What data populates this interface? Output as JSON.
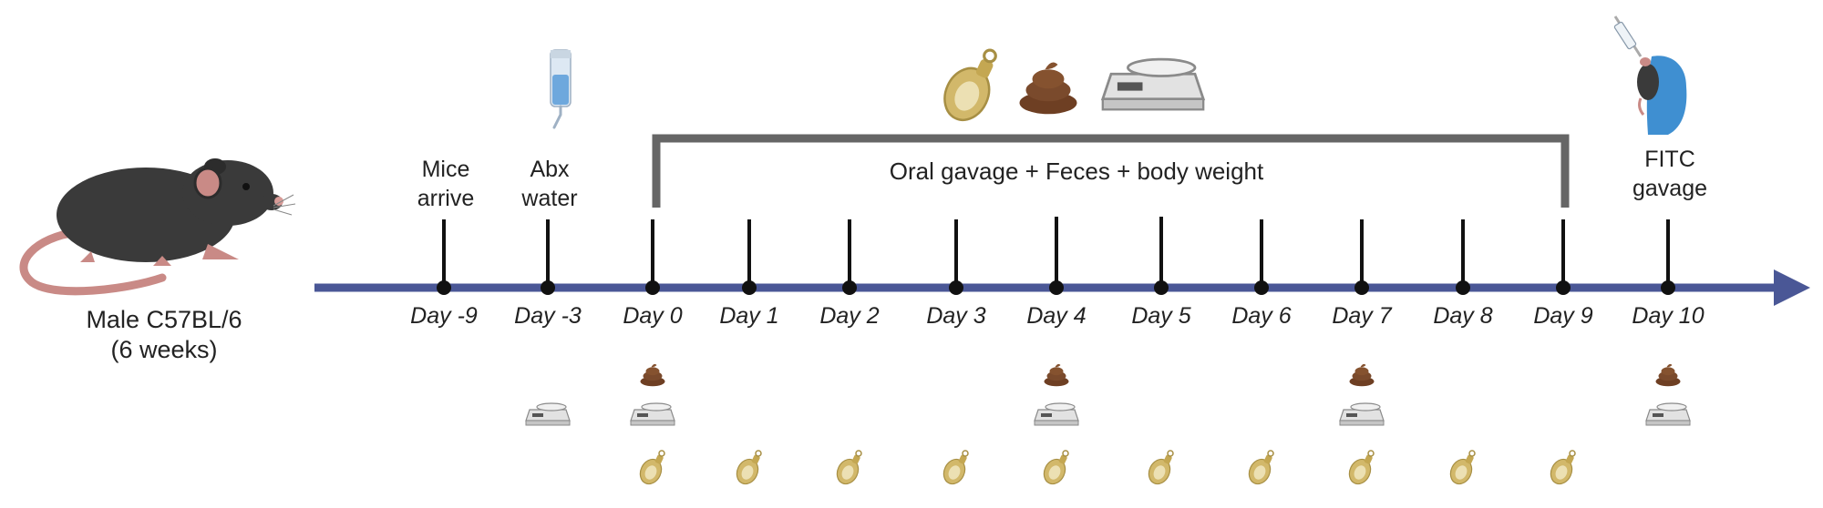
{
  "mouse": {
    "label_line1": "Male C57BL/6",
    "label_line2": "(6 weeks)"
  },
  "events": {
    "mice_arrive": [
      "Mice",
      "arrive"
    ],
    "abx_water": [
      "Abx",
      "water"
    ],
    "fitc_gavage": [
      "FITC",
      "gavage"
    ]
  },
  "bracket_label": "Oral gavage + Feces + body weight",
  "days": [
    "Day -9",
    "Day -3",
    "Day 0",
    "Day 1",
    "Day 2",
    "Day 3",
    "Day 4",
    "Day 5",
    "Day 6",
    "Day 7",
    "Day 8",
    "Day 9",
    "Day 10"
  ],
  "schedule": {
    "feces": [
      "Day 0",
      "Day 4",
      "Day 7",
      "Day 10"
    ],
    "body_weight": [
      "Day -3",
      "Day 0",
      "Day 4",
      "Day 7",
      "Day 10"
    ],
    "oral_gavage": [
      "Day 0",
      "Day 1",
      "Day 2",
      "Day 3",
      "Day 4",
      "Day 5",
      "Day 6",
      "Day 7",
      "Day 8",
      "Day 9"
    ]
  },
  "colors": {
    "timeline": "#4a5796",
    "marker": "#111111",
    "bracket": "#666666",
    "feces": "#7a4a2c",
    "scale": "#d9d9d9",
    "gavage_tube": "#d2b86a",
    "mouse_body": "#3a3a3a",
    "mouse_tail": "#c98a86"
  }
}
